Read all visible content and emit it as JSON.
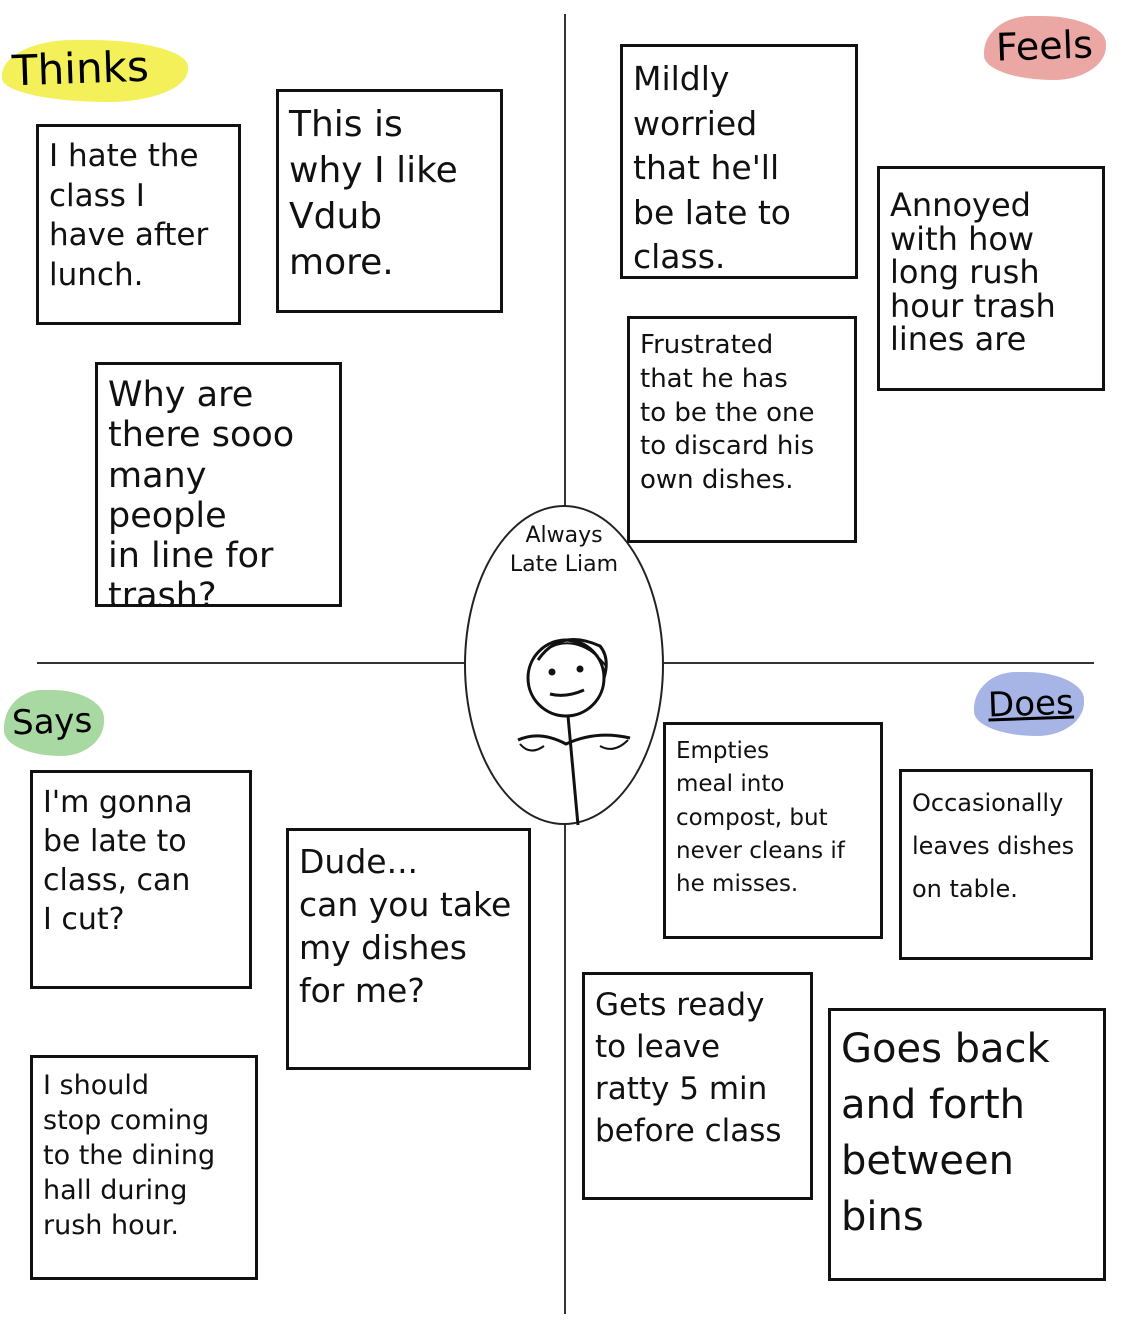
{
  "sections": {
    "thinks": {
      "label": "Thinks",
      "color": "#f3f05a"
    },
    "feels": {
      "label": "Feels",
      "color": "#eba7a4"
    },
    "says": {
      "label": "Says",
      "color": "#a9d9a2"
    },
    "does": {
      "label": "Does",
      "color": "#a6b4e6"
    }
  },
  "persona": {
    "name": "Always\nLate Liam",
    "icon": "stick-figure-icon"
  },
  "notes": {
    "thinks": [
      "I hate the\nclass I\nhave after\nlunch.",
      "This is\nwhy I like\nVdub more.",
      "Why are\nthere sooo\nmany people\nin line for\ntrash?"
    ],
    "feels": [
      "Mildly worried\nthat he'll\nbe late to\nclass.",
      "Annoyed\nwith how\nlong rush\nhour trash\nlines are",
      "Frustrated\nthat he has\nto be the one\nto discard his\nown dishes."
    ],
    "says": [
      "I'm gonna\nbe late to\nclass, can\nI cut?",
      "Dude...\ncan you take\nmy dishes\nfor me?",
      "I should\nstop coming\nto the dining\nhall during\nrush hour."
    ],
    "does": [
      "Empties\nmeal into\ncompost, but\nnever cleans if\nhe misses.",
      "Occasionally\nleaves dishes\non table.",
      "Gets ready\nto leave\nratty 5 min\nbefore class",
      "Goes back\nand forth\nbetween\nbins"
    ]
  }
}
